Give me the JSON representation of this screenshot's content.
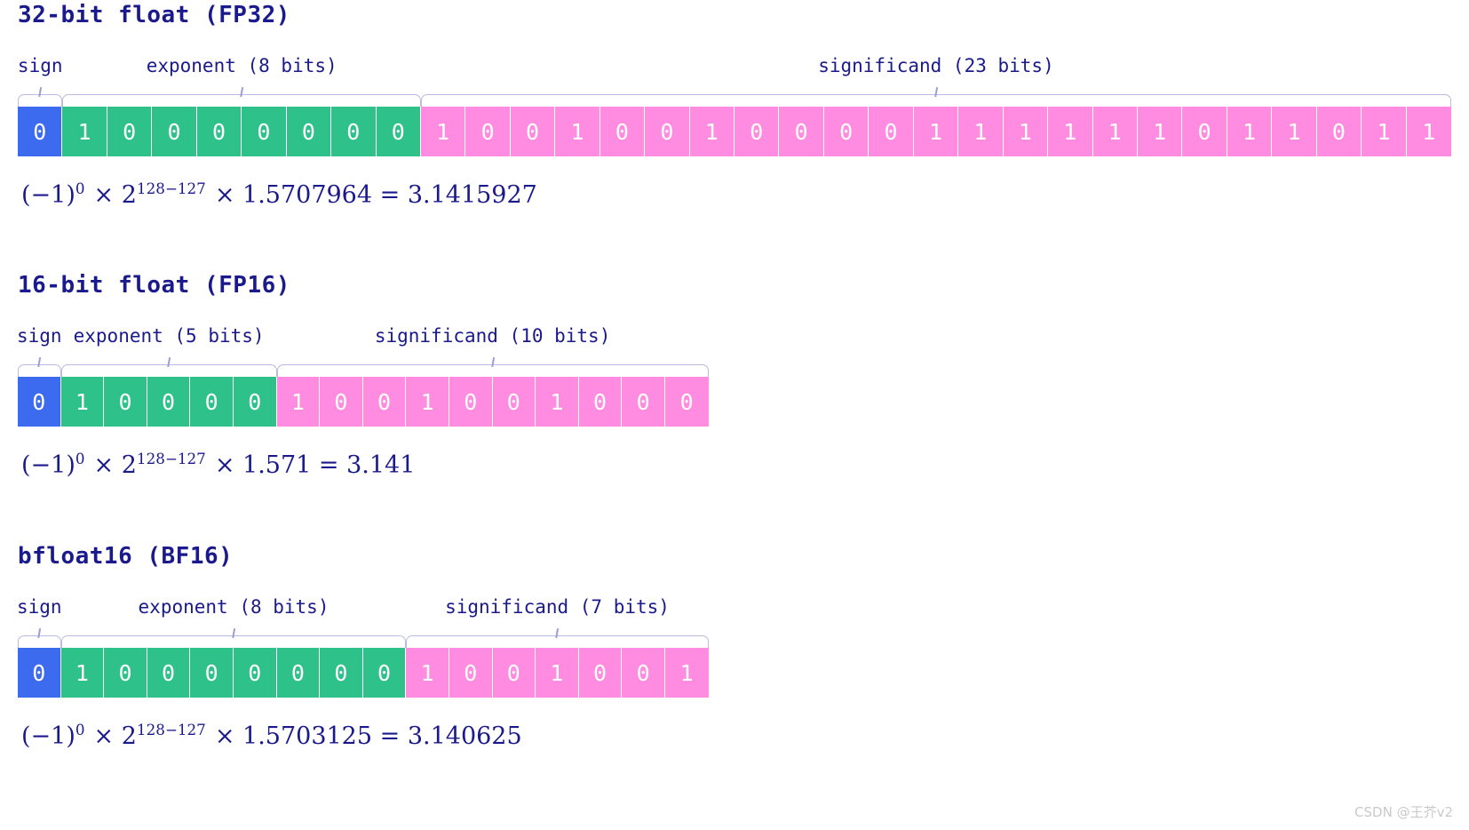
{
  "colors": {
    "text": "#1a1a8c",
    "sign": "#3d6bf0",
    "exponent": "#2ec28a",
    "significand": "#ff8ce0",
    "brace": "#b9bce0",
    "background": "#ffffff",
    "watermark": "#c9c9c9"
  },
  "watermark": "CSDN @王芥v2",
  "sections": [
    {
      "id": "fp32",
      "title": "32-bit float (FP32)",
      "labels": {
        "sign": "sign",
        "exponent": "exponent (8 bits)",
        "significand": "significand (23 bits)"
      },
      "bits": {
        "sign": "0",
        "exponent": "10000000",
        "significand": "10010010000111111011011"
      },
      "counts": {
        "sign": 1,
        "exponent": 8,
        "significand": 23,
        "total": 32
      },
      "formula": {
        "base": "(−1)",
        "sign_exp": "0",
        "times1": "× 2",
        "power": "128−127",
        "times2": "× 1.5707964 = 3.1415927"
      }
    },
    {
      "id": "fp16",
      "title": "16-bit float (FP16)",
      "labels": {
        "sign": "sign",
        "exponent": "exponent (5 bits)",
        "significand": "significand (10 bits)"
      },
      "bits": {
        "sign": "0",
        "exponent": "10000",
        "significand": "1001001000"
      },
      "counts": {
        "sign": 1,
        "exponent": 5,
        "significand": 10,
        "total": 16
      },
      "formula": {
        "base": "(−1)",
        "sign_exp": "0",
        "times1": "× 2",
        "power": "128−127",
        "times2": "× 1.571 = 3.141"
      }
    },
    {
      "id": "bf16",
      "title": "bfloat16 (BF16)",
      "labels": {
        "sign": "sign",
        "exponent": "exponent (8 bits)",
        "significand": "significand (7 bits)"
      },
      "bits": {
        "sign": "0",
        "exponent": "10000000",
        "significand": "1001001"
      },
      "counts": {
        "sign": 1,
        "exponent": 8,
        "significand": 7,
        "total": 16
      },
      "formula": {
        "base": "(−1)",
        "sign_exp": "0",
        "times1": "× 2",
        "power": "128−127",
        "times2": "× 1.5703125 = 3.140625"
      }
    }
  ]
}
